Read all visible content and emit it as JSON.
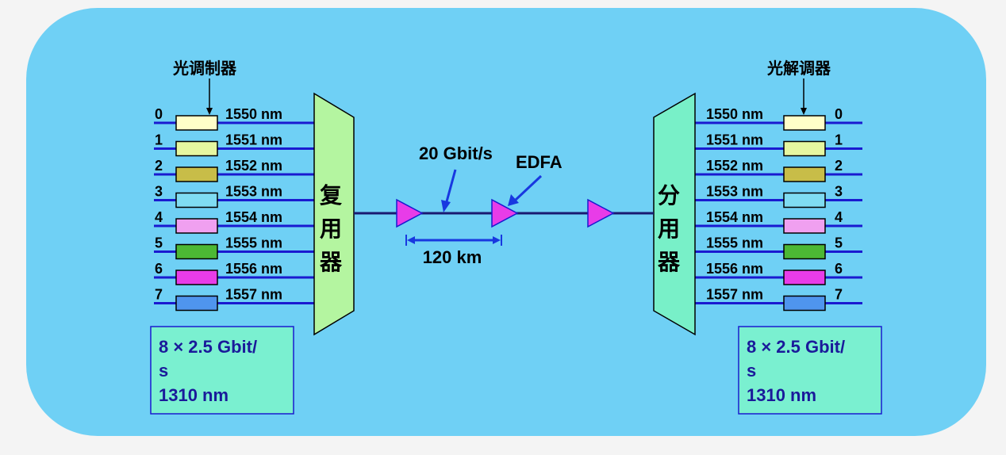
{
  "diagram": {
    "modulator_label": "光调制器",
    "demodulator_label": "光解调器",
    "mux_chars": [
      "复",
      "用",
      "器"
    ],
    "demux_chars": [
      "分",
      "用",
      "器"
    ],
    "bitrate_label": "20 Gbit/s",
    "edfa_label": "EDFA",
    "span_label": "120 km",
    "left_spec": [
      "8 × 2.5 Gbit/",
      "s",
      "1310 nm"
    ],
    "right_spec": [
      "8 × 2.5 Gbit/",
      "s",
      "1310 nm"
    ],
    "channels": [
      {
        "index": "0",
        "wavelength": "1550 nm",
        "color": "#ffffc8"
      },
      {
        "index": "1",
        "wavelength": "1551 nm",
        "color": "#e6f7a0"
      },
      {
        "index": "2",
        "wavelength": "1552 nm",
        "color": "#c8bd48"
      },
      {
        "index": "3",
        "wavelength": "1553 nm",
        "color": "#7fdcf2"
      },
      {
        "index": "4",
        "wavelength": "1554 nm",
        "color": "#f0a0f0"
      },
      {
        "index": "5",
        "wavelength": "1555 nm",
        "color": "#4cb834"
      },
      {
        "index": "6",
        "wavelength": "1556 nm",
        "color": "#e83ce8"
      },
      {
        "index": "7",
        "wavelength": "1557 nm",
        "color": "#4f95ee"
      }
    ],
    "colors": {
      "background": "#6fd0f5",
      "line": "#1a1ad0",
      "mux_fill": "#b4f5a0",
      "demux_fill": "#78f0c8",
      "amplifier": "#e83ce8",
      "arrow": "#1838e0",
      "spec_box": "#7af0d0"
    }
  }
}
